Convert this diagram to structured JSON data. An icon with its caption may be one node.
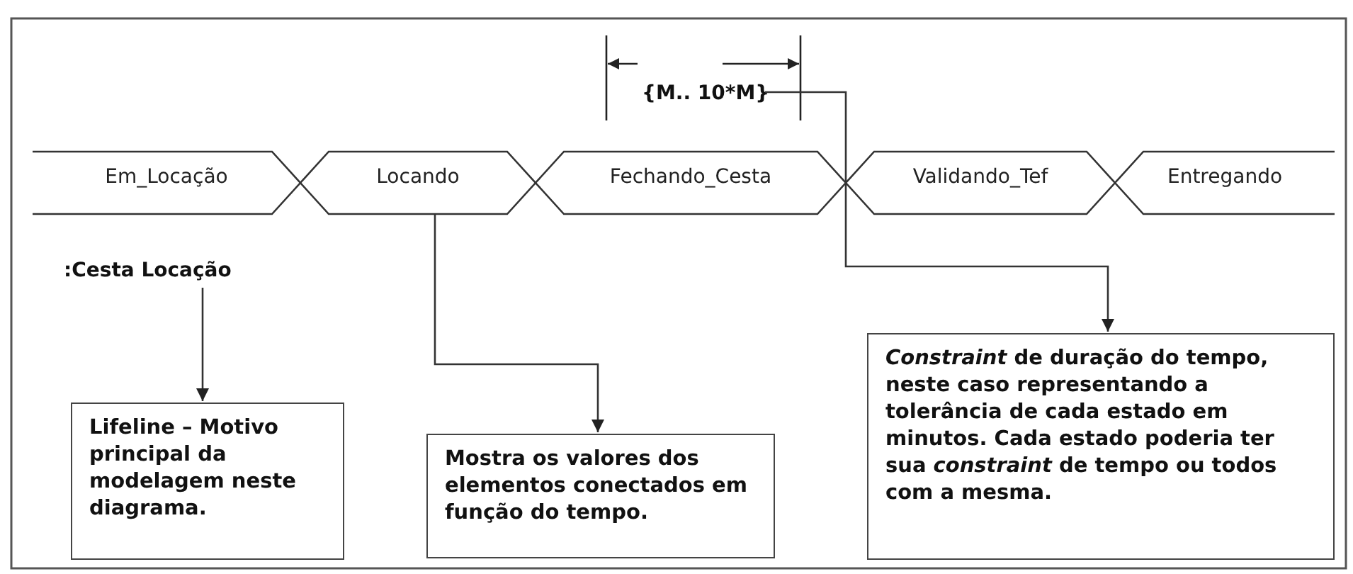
{
  "diagram": {
    "nodes": [
      {
        "text": [
          "Em_Locação"
        ]
      },
      {
        "text": [
          "Locando"
        ]
      },
      {
        "text": [
          "Fechando_Cesta"
        ]
      },
      {
        "text": [
          "Validando_Tef"
        ]
      },
      {
        "text": [
          "Entregando"
        ]
      },
      {
        "text": [
          ":Cesta Locação"
        ]
      },
      {
        "text": [
          "{M.. 10*M}"
        ]
      },
      {
        "text": [
          "Lifeline – Motivo principal da modelagem neste diagrama."
        ]
      },
      {
        "text": [
          "Mostra os valores dos elementos conectados em função do tempo."
        ]
      },
      {
        "text": [
          "*Constraint* de duração do tempo, neste caso representando a tolerância de cada estado em minutos. Cada estado poderia ter sua *constraint* de tempo ou todos com a mesma."
        ]
      }
    ],
    "edges": [
      {
        "from": 5,
        "to": 7,
        "arrow": "to"
      },
      {
        "from": 1,
        "to": 8,
        "arrow": "to"
      },
      {
        "from": 6,
        "to": 9,
        "arrow": "to"
      }
    ]
  }
}
